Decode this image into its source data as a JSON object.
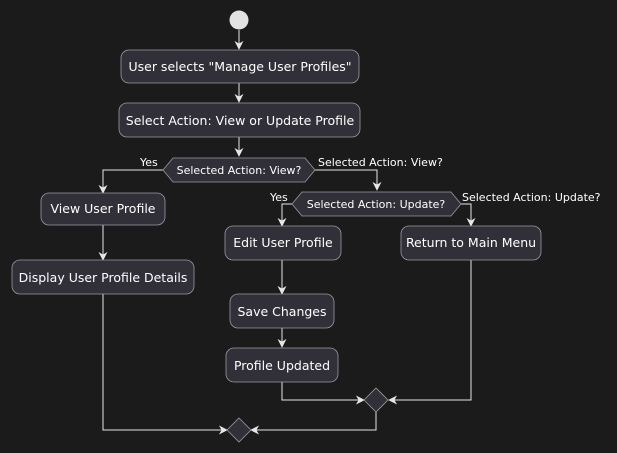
{
  "colors": {
    "background": "#1b1b1c",
    "node_fill": "#313038",
    "node_border": "#9a9aa4",
    "edge": "#e6e6e6",
    "text": "#ffffff",
    "start_node": "#e2e2e2"
  },
  "nodes": {
    "manage_profiles": "User selects \"Manage User Profiles\"",
    "select_action": "Select Action: View or Update Profile",
    "view_profile": "View User Profile",
    "display_details": "Display User Profile Details",
    "edit_profile": "Edit User Profile",
    "save_changes": "Save Changes",
    "profile_updated": "Profile Updated",
    "return_main": "Return to Main Menu"
  },
  "decisions": {
    "view_decision": "Selected Action: View?",
    "update_decision": "Selected Action: Update?"
  },
  "branch_labels": {
    "view_yes": "Yes",
    "view_no": "Selected Action: View?",
    "update_yes": "Yes",
    "update_no": "Selected Action: Update?"
  }
}
